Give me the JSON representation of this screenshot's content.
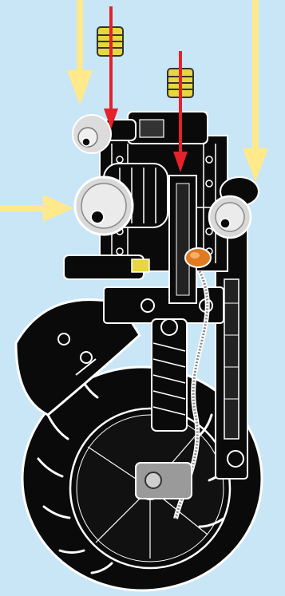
{
  "page": {
    "background": "#c9e6f7",
    "kind": "building-instruction-step-illustration"
  },
  "arrows": {
    "yellow_color": "#ffe98a",
    "red_color": "#e3222a",
    "yellow_count": 3,
    "red_count": 2
  },
  "parts": {
    "spring_color": "#e8d640",
    "spring_count": 2,
    "headlight_count": 3,
    "indicator_color": "#e07a22",
    "model_color": "#0a0a0a",
    "outline_color": "#ffffff"
  },
  "icons": [
    "arrow-down-icon",
    "arrow-right-icon",
    "spring-icon",
    "headlight-icon",
    "wheel-icon"
  ]
}
